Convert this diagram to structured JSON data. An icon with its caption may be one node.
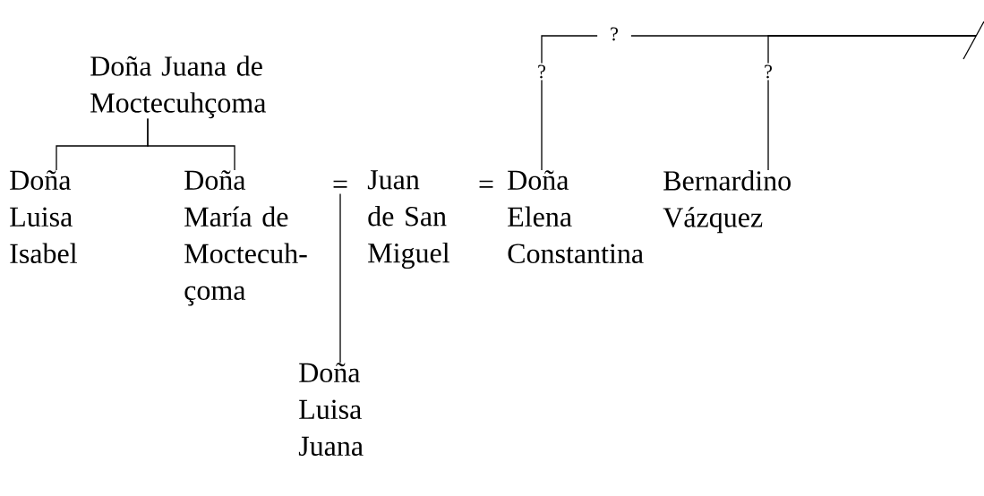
{
  "diagram": {
    "nodes": [
      {
        "text": [
          "Doña Juana de Moctecuhçoma"
        ]
      },
      {
        "text": [
          "Doña Luisa Isabel"
        ]
      },
      {
        "text": [
          "Doña María de Moctecuh- çoma"
        ]
      },
      {
        "text": [
          "="
        ]
      },
      {
        "text": [
          "Juan de San Miguel"
        ]
      },
      {
        "text": [
          "="
        ]
      },
      {
        "text": [
          "Doña Elena Constantina"
        ]
      },
      {
        "text": [
          "Bernardino Vázquez"
        ]
      },
      {
        "text": [
          "Doña Luisa Juana"
        ]
      }
    ],
    "edges": [
      {
        "from": 0,
        "to": 1,
        "arrow": "none"
      },
      {
        "from": 0,
        "to": 2,
        "arrow": "none"
      },
      {
        "from": 3,
        "to": 8,
        "arrow": "none"
      },
      {
        "from": null,
        "to": 6,
        "arrow": "none",
        "label": "?"
      },
      {
        "from": null,
        "to": 7,
        "arrow": "none",
        "label": "?"
      }
    ],
    "labels": [
      "?"
    ]
  }
}
